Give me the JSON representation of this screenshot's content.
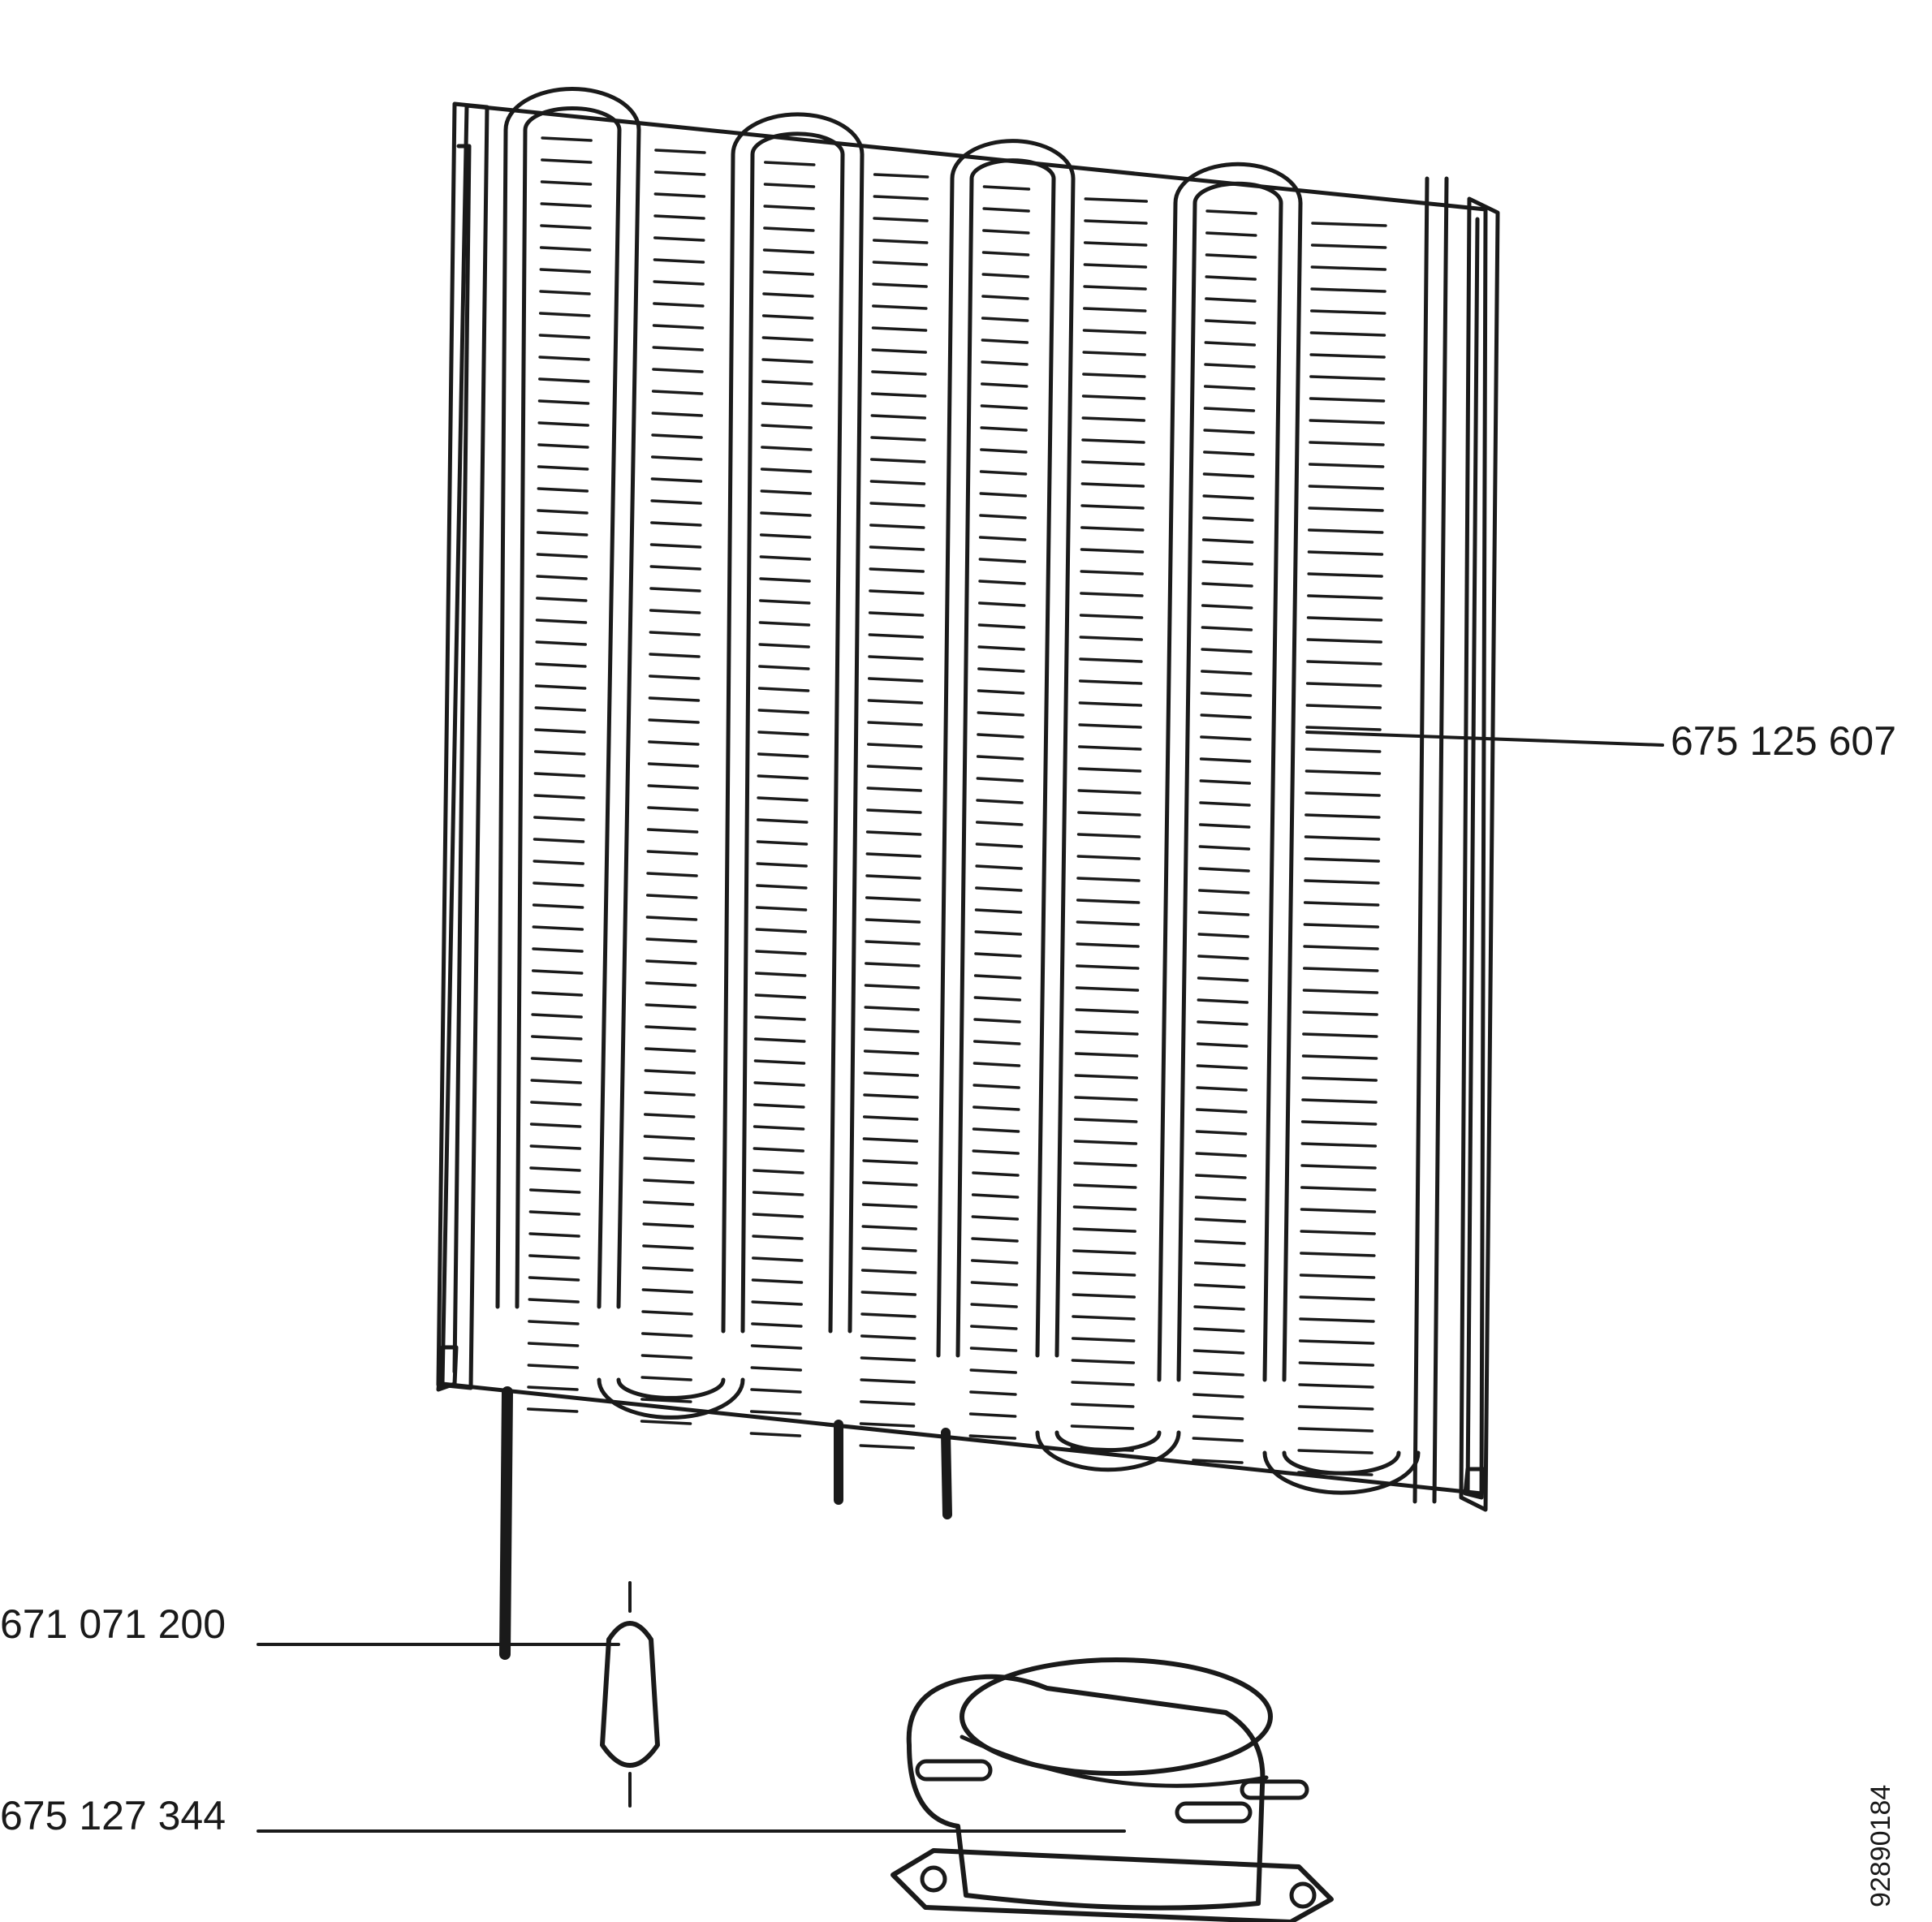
{
  "parts": {
    "condenser": {
      "part_number": "675 125 607"
    },
    "filter_drier": {
      "part_number": "671 071 200"
    },
    "compressor": {
      "part_number": "675 127 344"
    }
  },
  "drawing_id": "92890184",
  "colors": {
    "line": "#1a1a1a",
    "background": "#ffffff"
  }
}
